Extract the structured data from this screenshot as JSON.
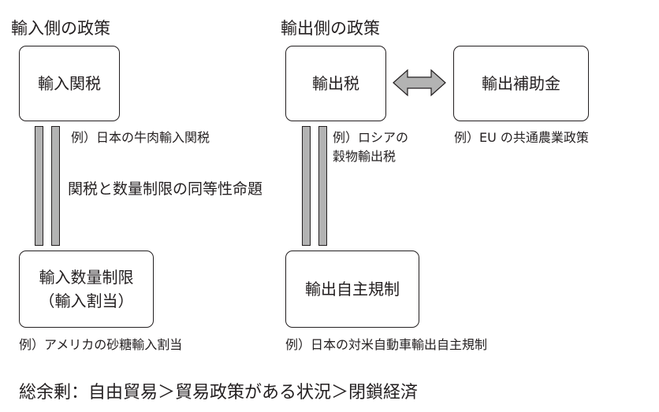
{
  "left": {
    "heading": "輸入側の政策",
    "box_top": "輸入関税",
    "box_top_example": "例）日本の牛肉輸入関税",
    "box_bottom_line1": "輸入数量制限",
    "box_bottom_line2": "（輸入割当）",
    "box_bottom_example": "例）アメリカの砂糖輸入割当"
  },
  "right": {
    "heading": "輸出側の政策",
    "box_tax": "輸出税",
    "box_tax_example_line1": "例）ロシアの",
    "box_tax_example_line2": "穀物輸出税",
    "box_subsidy": "輸出補助金",
    "box_subsidy_example": "例）EU の共通農業政策",
    "box_vrs": "輸出自主規制",
    "box_vrs_example": "例）日本の対米自動車輸出自主規制"
  },
  "equivalence_label": "関税と数量制限の同等性命題",
  "footer": "総余剰：自由貿易＞貿易政策がある状況＞閉鎖経済",
  "colors": {
    "line": "#231f20",
    "bar_fill": "#b3b3b3",
    "arrow_fill": "#b3b3b3"
  }
}
